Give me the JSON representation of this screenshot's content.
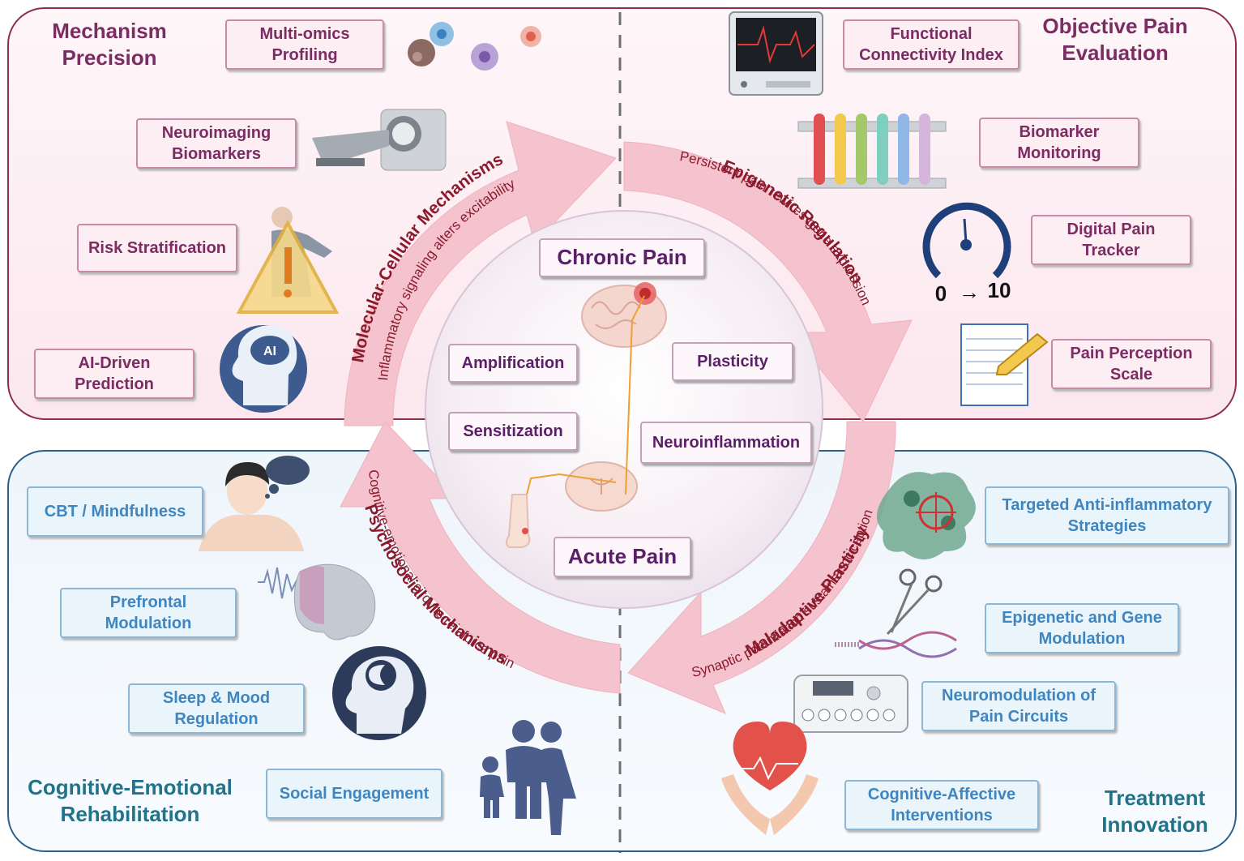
{
  "titles": {
    "top_left": "Mechanism\nPrecision",
    "top_right": "Objective Pain\nEvaluation",
    "bottom_left": "Cognitive-Emotional\nRehabilitation",
    "bottom_right": "Treatment\nInnovation"
  },
  "top_left_items": {
    "multiomics": "Multi-omics\nProfiling",
    "neuroimaging": "Neuroimaging\nBiomarkers",
    "risk": "Risk Stratification",
    "ai": "AI-Driven\nPrediction"
  },
  "top_right_items": {
    "functional": "Functional\nConnectivity Index",
    "biomarker": "Biomarker\nMonitoring",
    "digital": "Digital Pain\nTracker",
    "perception": "Pain Perception\nScale"
  },
  "bottom_left_items": {
    "cbt": "CBT / Mindfulness",
    "prefrontal": "Prefrontal\nModulation",
    "sleep": "Sleep & Mood\nRegulation",
    "social": "Social Engagement"
  },
  "bottom_right_items": {
    "targeted": "Targeted Anti-inflammatory\nStrategies",
    "epigenetic": "Epigenetic and Gene\nModulation",
    "neuromod": "Neuromodulation of\nPain Circuits",
    "cognitive": "Cognitive-Affective\nInterventions"
  },
  "center": {
    "chronic": "Chronic Pain",
    "acute": "Acute Pain",
    "amplification": "Amplification",
    "plasticity": "Plasticity",
    "sensitization": "Sensitization",
    "neuroinflammation": "Neuroinflammation"
  },
  "arrows": {
    "molecular_title": "Molecular-Cellular Mechanisms",
    "molecular_sub": "Inflammatory signaling alters excitability",
    "epigenetic_title": "Epigenetic Regulation",
    "epigenetic_sub": "Persistent pain rewires gene expression",
    "maladaptive_title": "Maladaptive Plasticity",
    "maladaptive_sub": "Synaptic potentiation sustains nociception",
    "psychosocial_title": "Psychosocial Mechanisms",
    "psychosocial_sub": "Cognitive-emotional circuits reinforce pain"
  },
  "gauge": {
    "min": "0",
    "arrow": "→",
    "max": "10"
  },
  "ai_badge": "AI",
  "colors": {
    "pink_text": "#7a2c63",
    "blue_text": "#3f86c0",
    "teal_title": "#21738a",
    "arrow_fill": "#f5c3cd",
    "arrow_text": "#8b1a2c"
  }
}
